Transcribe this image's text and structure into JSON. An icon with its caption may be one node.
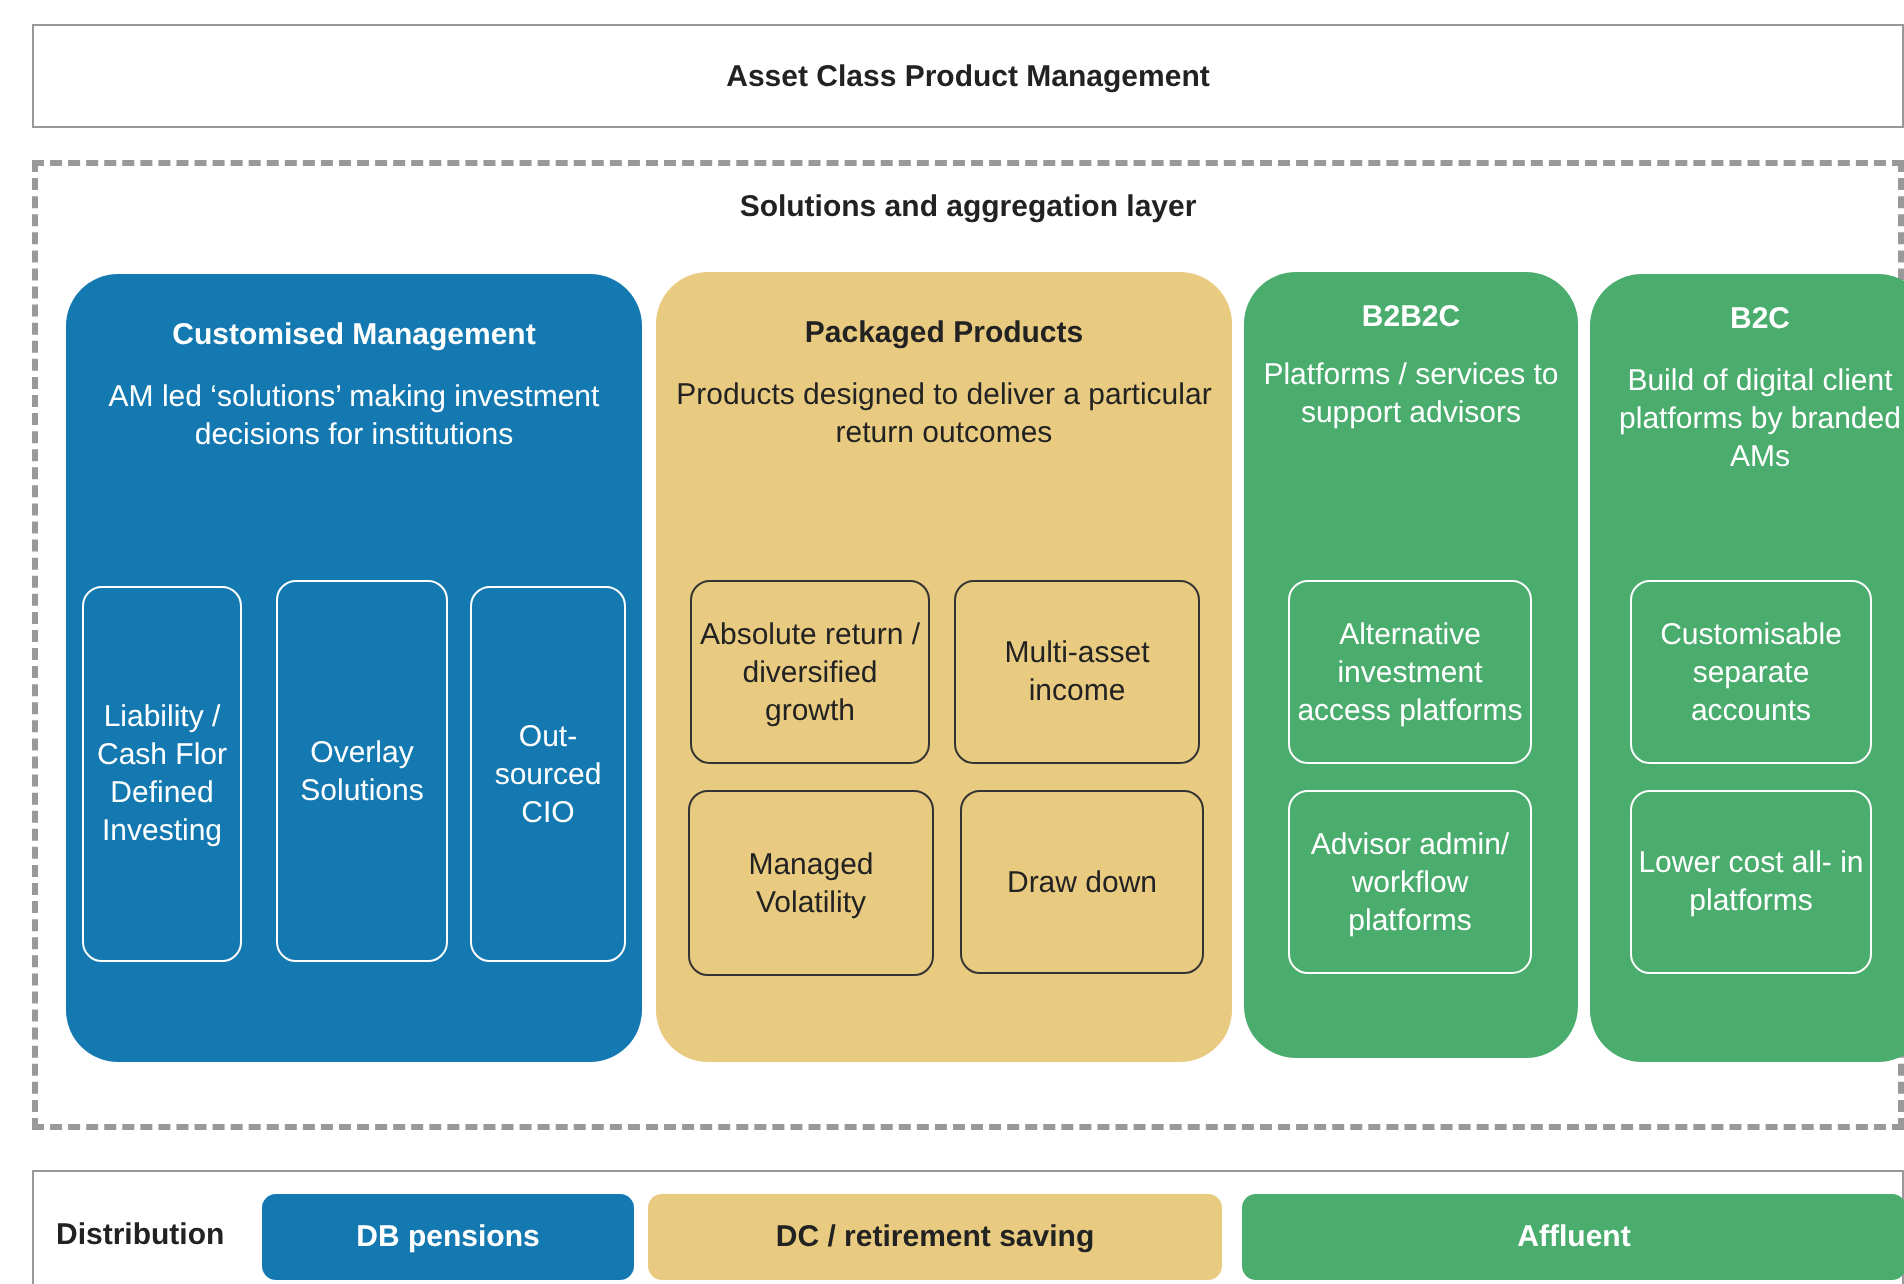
{
  "diagram": {
    "nodes": [
      {
        "text": [
          "Asset Class Product Management"
        ]
      },
      {
        "text": [
          "Solutions and aggregation layer"
        ]
      },
      {
        "text": [
          "Customised Management",
          "AM led ‘solutions’ making investment decisions for institutions"
        ],
        "in": 1
      },
      {
        "text": [
          "Liability / Cash Flor Defined Investing"
        ],
        "in": 2
      },
      {
        "text": [
          "Overlay Solutions"
        ],
        "in": 2
      },
      {
        "text": [
          "Out- sourced CIO"
        ],
        "in": 2
      },
      {
        "text": [
          "Packaged Products",
          "Products designed to deliver a particular return outcomes"
        ],
        "in": 1
      },
      {
        "text": [
          "Absolute return / diversified growth"
        ],
        "in": 6
      },
      {
        "text": [
          "Multi-asset income"
        ],
        "in": 6
      },
      {
        "text": [
          "Managed Volatility"
        ],
        "in": 6
      },
      {
        "text": [
          "Draw down"
        ],
        "in": 6
      },
      {
        "text": [
          "B2B2C",
          "Platforms / services to support advisors"
        ],
        "in": 1
      },
      {
        "text": [
          "Alternative investment access platforms"
        ],
        "in": 11
      },
      {
        "text": [
          "Advisor admin/ workflow platforms"
        ],
        "in": 11
      },
      {
        "text": [
          "B2C",
          "Build of digital client platforms by branded AMs"
        ],
        "in": 1
      },
      {
        "text": [
          "Customisable separate accounts"
        ],
        "in": 14
      },
      {
        "text": [
          "Lower cost all- in platforms"
        ],
        "in": 14
      },
      {
        "text": [
          "Distribution"
        ]
      },
      {
        "text": [
          "DB pensions"
        ],
        "in": 17
      },
      {
        "text": [
          "DC / retirement saving"
        ],
        "in": 17
      },
      {
        "text": [
          "Affluent"
        ],
        "in": 17
      }
    ],
    "edges": []
  }
}
